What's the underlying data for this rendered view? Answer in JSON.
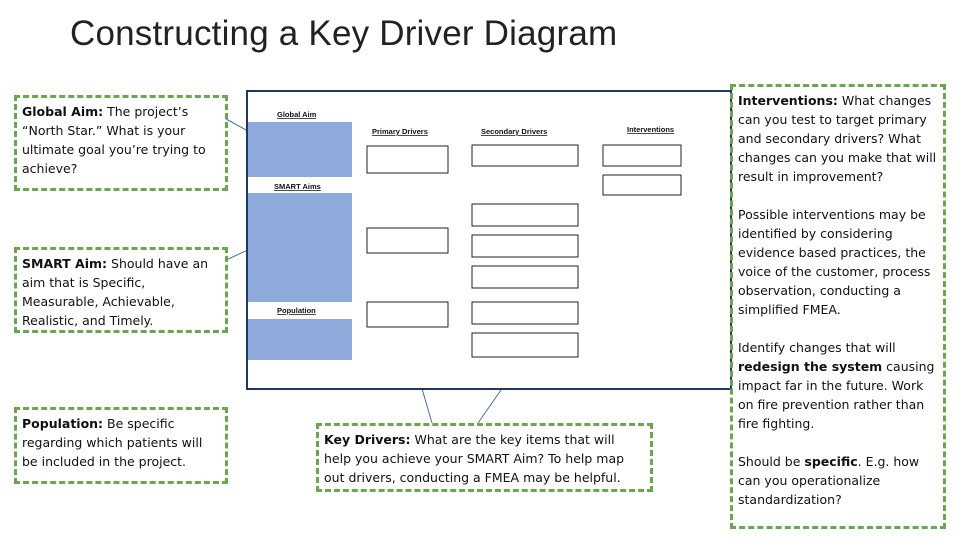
{
  "title": "Constructing a Key Driver Diagram",
  "global_aim": {
    "label": "Global Aim:",
    "text": " The project’s “North Star.” What is your ultimate goal you’re trying to achieve?"
  },
  "smart_aim": {
    "label": "SMART Aim:",
    "text": " Should have an aim that is Specific, Measurable, Achievable, Realistic, and Timely."
  },
  "population": {
    "label": "Population:",
    "text": " Be specific regarding which patients will be included in the project."
  },
  "key_drivers": {
    "label": "Key Drivers:",
    "text": " What are the key items that will help you achieve your SMART Aim? To help map out drivers, conducting a FMEA may be helpful."
  },
  "interventions": {
    "label": "Interventions:",
    "text": " What changes can you test to target primary and secondary drivers? What changes can you make that will result in improvement?",
    "p2": "Possible interventions may be identified by considering evidence based practices, the voice of the customer, process observation, conducting a simplified FMEA.",
    "p3_pre": "Identify changes that will ",
    "p3_bold": "redesign the system",
    "p3_post": " causing impact far in the future. Work on fire prevention rather than fire fighting.",
    "p4_pre": "Should be ",
    "p4_bold": "specific",
    "p4_post": ". E.g. how can you operationalize standardization?"
  },
  "diagram": {
    "global_aim_label": "Global Aim",
    "smart_aims_label": "SMART Aims",
    "population_label": "Population",
    "primary_drivers_label": "Primary Drivers",
    "secondary_drivers_label": "Secondary Drivers",
    "interventions_label": "Interventions",
    "block_color": "#8eaadb",
    "border_color": "#1f3864"
  },
  "colors": {
    "callout_border": "#6aa84f",
    "connector": "#4a6fa5"
  }
}
